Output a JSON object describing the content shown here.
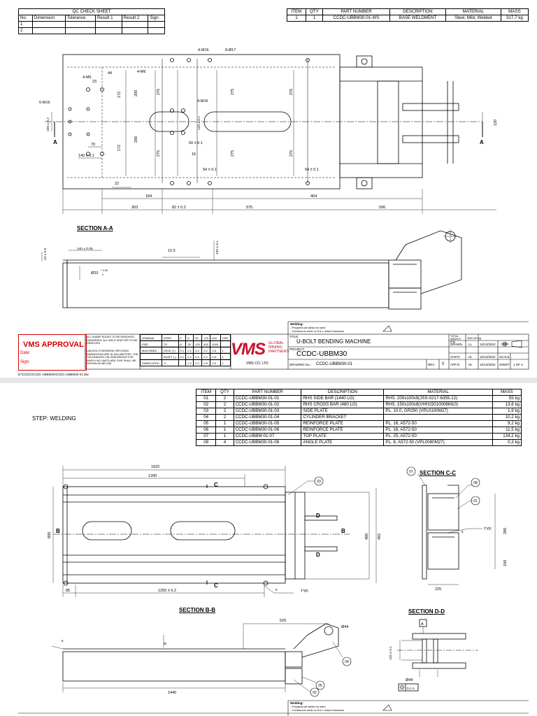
{
  "qc": {
    "title": "QC CHECK SHEET",
    "headers": [
      "No.",
      "Dimension",
      "Tolerance",
      "Result 1",
      "Result 2",
      "Sign"
    ],
    "rows": [
      "1",
      "2"
    ]
  },
  "bom1": {
    "headers": [
      "ITEM",
      "QTY",
      "PART NUMBER",
      "DESCRIPTION",
      "MATERIAL",
      "MASS"
    ],
    "row": [
      "1",
      "1",
      "CCDC-UBBM30-01-WS",
      "BASE WELDMENT",
      "Steel, Mild, Welded",
      "317,7 kg"
    ]
  },
  "sheet1": {
    "dims": {
      "m16_4_top": "4-M16",
      "d17_8": "8-Ø17",
      "m6_4_a": "4-M6",
      "m6_4_b": "4-M6",
      "d44": "44",
      "d23": "23",
      "d172a": "172",
      "d200a": "200",
      "d200b": "200",
      "d172b": "172",
      "d275a": "275",
      "d275b": "275",
      "d275c": "275",
      "d275d": "275",
      "d275e": "275",
      "d275f": "275",
      "m16_4_mid": "4-M16",
      "m16_6": "6-M16",
      "d105": "105 ± 0.2",
      "d70": "70",
      "d140": "140 ± 0.1",
      "d120v": "120 ± 0.1",
      "d50": "50 ± 0.1",
      "d16": "16",
      "d54a": "54 ± 0.1",
      "d54b": "54 ± 0.1",
      "d22": "22",
      "d184": "184",
      "d464": "464",
      "d303": "303",
      "d82": "82 ± 0.2",
      "d575": "575",
      "d596": "596",
      "d120r": "120",
      "sec_a_left": "A",
      "sec_a_right": "A",
      "sa_23": "23 ± 0.5",
      "sa_140": "140 ± 0.05",
      "sa_125": "12.5",
      "sa_100": "100 ± 0.1",
      "sa_d20": "Ø20",
      "sa_d20_tol_top": "+ 0.05",
      "sa_d20_tol_bot": "0"
    },
    "section_aa": "SECTION A-A"
  },
  "titleblock1": {
    "vms_approval": "VMS APPROVAL",
    "date": "Date:",
    "sign": "Sign:",
    "note_left": "ALL SHARP EDGES TO BE REMOVED. DEBURRED. ALL WELD SPATTER TO BE REMOVED",
    "note_left2": "UNLESS OTHERWISE SPECIFIED DIMENSIONS ARE IN MILLIMETERS. THE TOLERANCES ON DIMENSIONS FOR WHICH NO LIMITS ARE GIVE SHALL BE SHOWN AS BELOW",
    "tol_rows": [
      [
        "NOMINAL",
        "OVER",
        "0",
        "6",
        "30",
        "120",
        "400",
        "1000"
      ],
      [
        "SIZE",
        "TO",
        "6",
        "30",
        "120",
        "400",
        "1000",
        ""
      ],
      [
        "MACHINED",
        "HOLE (+)",
        "0.1",
        "0.1",
        "0.2",
        "0.2",
        "0.5",
        "1"
      ],
      [
        "",
        "SHAFT (-)",
        "0.1",
        "0.1",
        "0.2",
        "0.2",
        "0.5",
        "1"
      ],
      [
        "FABRICATED",
        "+/-",
        "",
        "0.2",
        "0.2",
        "0.5",
        "0.5",
        "1"
      ]
    ],
    "logo": "VMS",
    "logo_sub": [
      "GLOBAL",
      "MINING",
      "PARTNERS"
    ],
    "company": "VMS CO. LTD.",
    "welding_title": "Welding:",
    "welding_1": "- Prepared all welds for weld",
    "welding_2": "- Continuous weld: a=0.6 x minus thickness",
    "title_label": "TITLE:",
    "title": "U-BOLT BENDING MACHINE",
    "project_label": "PROJECT:",
    "project": "CCDC-UBBM30",
    "drawing_label": "DRAWING No.:",
    "drawing_no": "CCDC-UBBM30-01",
    "rev_label": "REV.",
    "rev": "0",
    "total_weight_label": "TOTAL WEIGHT (Kg)",
    "total_weight": "308.135 kg",
    "drawn_label": "DRAWN",
    "drawn_by": "LL",
    "drawn_date": "12/13/2022",
    "chkd_label": "CHK'D",
    "chkd_by": "HL",
    "chkd_date": "12/13/2022",
    "appd_label": "APP D",
    "appd_by": "HL",
    "appd_date": "12/13/2022",
    "scale_label": "SCALE",
    "sheet_label": "SHEET",
    "sheet": "1 OF 4",
    "path": "D:\\CCDC\\CCDC-UBBM30\\CCDC-UBBM30-01.idw"
  },
  "sheet2": {
    "step": "STEP: WELDING",
    "bom_headers": [
      "ITEM",
      "QTY",
      "PART NUMBER",
      "DESCRIPTION",
      "MATERIAL",
      "MASS"
    ],
    "bom_rows": [
      [
        "01",
        "2",
        "CCDC-UBBM30-01-01",
        "RHS SIDE BAR (1440 LG)",
        "RHS. 200x100x9(JSS-0217-6355-12)",
        "55 kg"
      ],
      [
        "02",
        "2",
        "CCDC-UBBM30-01-02",
        "RHS CROSS BAR (480 LG)",
        "RHS. 150x100x8(VHH15010008M10)",
        "13,6 kg"
      ],
      [
        "03",
        "2",
        "CCDC-UBBM30-01-03",
        "SIDE PLATE",
        "PL. 10.0, GR350 (VPL0100M27)",
        "1,9 kg"
      ],
      [
        "04",
        "2",
        "CCDC-UBBM30-01-04",
        "CYLINDER BRACKET",
        "",
        "10,2 kg"
      ],
      [
        "05",
        "1",
        "CCDC-UBBM30-01-05",
        "REINFORCE PLATE",
        "PL. 16, A572-50",
        "9,2 kg"
      ],
      [
        "06",
        "1",
        "CCDC-UBBM30-01-06",
        "REINFORCE PLATE",
        "PL. 16, A572-50",
        "11,5 kg"
      ],
      [
        "07",
        "1",
        "CCDC-UBBM-01-07",
        "TOP PLATE",
        "PL. 25, A572-50",
        "134,2 kg"
      ],
      [
        "08",
        "4",
        "CCDC-UBBM30-01-08",
        "ANGLE PLATE",
        "PL. 8, A572-50 (VPL0080M27)",
        "0,3 kg"
      ]
    ],
    "dims": {
      "d1622": "1622",
      "d1200": "1200",
      "d600": "600",
      "d480": "480",
      "d492": "492",
      "d85": "85",
      "d1250": "1250 ± 0.2",
      "d280": "280",
      "d100": "100",
      "d225": "225",
      "d526": "526",
      "d44": "Ø44",
      "d1440": "1440",
      "d6a": "6",
      "d6b": "6",
      "d6c": "6",
      "d8": "8",
      "d120": "120 ± 0.1",
      "d44b": "Ø44",
      "ref_b": "B",
      "ref_b2": "B",
      "ref_c": "C",
      "ref_c2": "C",
      "ref_d": "D",
      "ref_d2": "D",
      "typ1": "TYP.",
      "typ2": "TYP.",
      "balloon_03": "03",
      "balloon_07": "07",
      "balloon_08": "08",
      "balloon_01": "01",
      "balloon_04": "04",
      "balloon_05": "05",
      "balloon_02": "02",
      "datum_a": "A",
      "gtol": "0.1 A"
    },
    "section_cc": "SECTION C-C",
    "section_bb": "SECTION B-B",
    "section_dd": "SECTION D-D",
    "welding_title": "Welding:",
    "welding_1": "- Prepared all welds for weld",
    "welding_2": "- Continuous weld: a=0.6 x minus thickness"
  }
}
